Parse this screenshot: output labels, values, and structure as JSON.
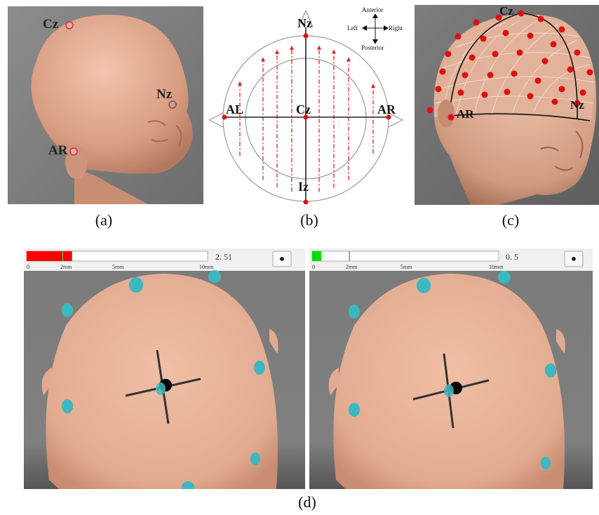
{
  "captions": {
    "a": "(a)",
    "b": "(b)",
    "c": "(c)",
    "d": "(d)"
  },
  "panel_a": {
    "labels": {
      "cz": "Cz",
      "nz": "Nz",
      "ar": "AR"
    }
  },
  "panel_b": {
    "labels": {
      "nz": "Nz",
      "cz": "Cz",
      "al": "AL",
      "ar": "AR",
      "iz": "Iz"
    },
    "compass": {
      "anterior": "Anterior",
      "posterior": "Posterior",
      "left": "Left",
      "right": "Right"
    },
    "colors": {
      "points": "#e01010",
      "scan_lines": "#e02020",
      "axes": "#222222",
      "outline": "#9a9a9a"
    }
  },
  "panel_c": {
    "labels": {
      "cz": "Cz",
      "ar": "AR",
      "nz": "Nz"
    }
  },
  "panel_d": {
    "left": {
      "value": "2. 51",
      "fraction": 0.251,
      "bar_color": "#ff0000",
      "ticks": [
        "0",
        "2mm",
        "5mm",
        "10mm"
      ]
    },
    "right": {
      "value": "0. 5",
      "fraction": 0.05,
      "bar_color": "#00e000",
      "ticks": [
        "0",
        "2mm",
        "5mm",
        "10mm"
      ]
    },
    "colors": {
      "marker": "#3cb8c0",
      "threshold_line": "#22cc22",
      "skin": "#e8b49a",
      "background": "#7a7a7a"
    }
  }
}
